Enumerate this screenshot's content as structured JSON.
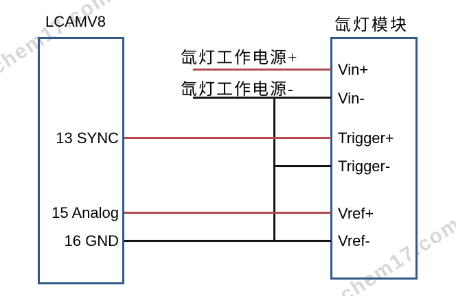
{
  "watermark_text": "chem17.com",
  "left_box": {
    "title": "LCAMV8",
    "pins": [
      "13 SYNC",
      "15 Analog",
      "16 GND"
    ]
  },
  "right_box": {
    "title": "氙灯模块",
    "pins": [
      "Vin+",
      "Vin-",
      "Trigger+",
      "Trigger-",
      "Vref+",
      "Vref-"
    ]
  },
  "wire_labels": {
    "power_plus": "氙灯工作电源+",
    "power_minus": "氙灯工作电源-"
  },
  "wires": [
    {
      "from": "氙灯工作电源+",
      "to": "Vin+",
      "color": "red"
    },
    {
      "from": "氙灯工作电源-",
      "to": "Vin-",
      "color": "black"
    },
    {
      "from": "13 SYNC",
      "to": "Trigger+",
      "color": "red"
    },
    {
      "from": "Vin-",
      "to": "Trigger-",
      "color": "black"
    },
    {
      "from": "15 Analog",
      "to": "Vref+",
      "color": "red"
    },
    {
      "from": "16 GND",
      "to": "Vref-",
      "color": "black"
    }
  ],
  "colors": {
    "wire_red": "#b5494a",
    "wire_black": "#131313",
    "box_border": "#31588a",
    "watermark": "#d8d8d8",
    "text": "#000000"
  }
}
